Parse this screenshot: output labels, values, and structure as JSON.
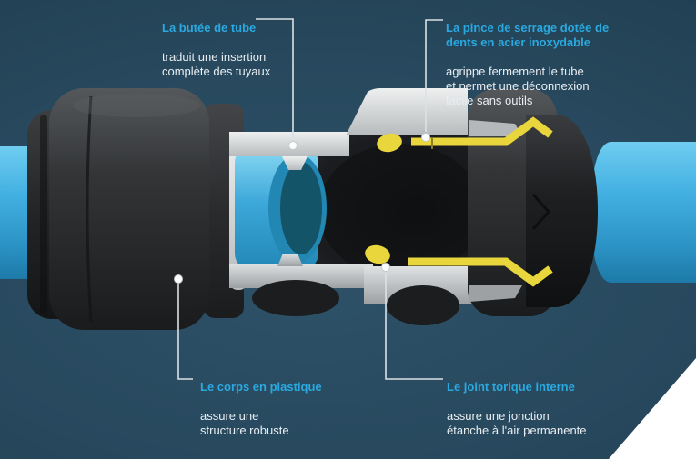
{
  "page": {
    "type": "technical-cutaway-diagram",
    "subject": "raccord rapide (push-fit fitting) en coupe",
    "background_color": "#26485d",
    "corner_cut_color": "#ffffff"
  },
  "colors": {
    "accent_cyan": "#2aa9e0",
    "body_text": "#e9eef2",
    "callout_line": "#dce1e5",
    "pipe_blue": "#3fb0e4",
    "seal_yellow": "#e8d63c",
    "fitting_dark": "#232528",
    "cutaway_gray": "#d6d9db"
  },
  "callouts": {
    "tube_stop": {
      "title": "La butée de tube",
      "body": "traduit une insertion\ncomplète des tuyaux"
    },
    "grip_ring": {
      "title": "La pince de serrage dotée de\ndents en acier inoxydable",
      "body": "agrippe fermement le tube\net permet une déconnexion\nfacile sans outils"
    },
    "plastic_body": {
      "title": "Le corps en plastique",
      "body": "assure une\nstructure robuste"
    },
    "o_ring": {
      "title": "Le joint torique interne",
      "body": "assure une jonction\nétanche à l'air permanente"
    }
  }
}
